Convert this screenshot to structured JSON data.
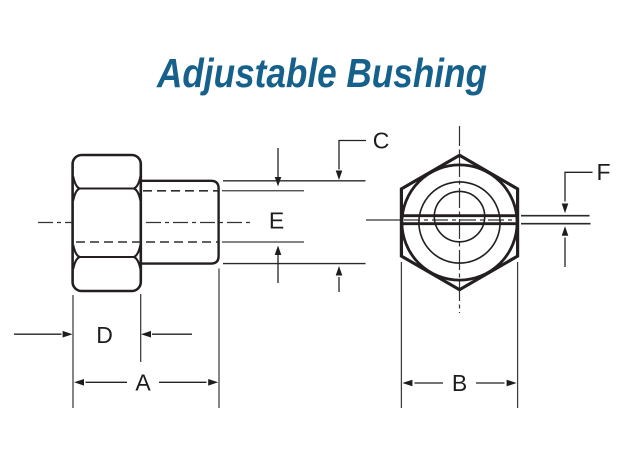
{
  "title": {
    "text": "Adjustable Bushing"
  },
  "colors": {
    "title": "#16618c",
    "line": "#231f20"
  },
  "views": {
    "side": {
      "labels": {
        "c": "C",
        "e": "E",
        "d": "D",
        "a": "A"
      }
    },
    "front": {
      "labels": {
        "b": "B",
        "f": "F"
      }
    }
  }
}
